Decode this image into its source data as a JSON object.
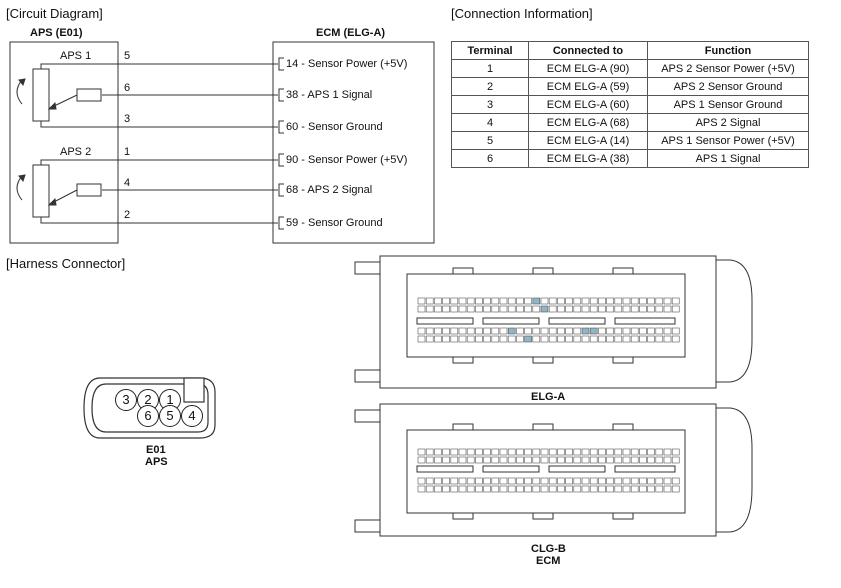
{
  "sections": {
    "circuit": "[Circuit Diagram]",
    "connection": "[Connection Information]",
    "harness": "[Harness Connector]"
  },
  "aps": {
    "title": "APS (E01)",
    "sensor1": "APS 1",
    "sensor2": "APS 2",
    "pins": [
      "5",
      "6",
      "3",
      "1",
      "4",
      "2"
    ]
  },
  "ecm": {
    "title": "ECM (ELG-A)",
    "lines": [
      "14 - Sensor Power (+5V)",
      "38 - APS 1 Signal",
      "60 - Sensor Ground",
      "90 - Sensor Power (+5V)",
      "68 - APS 2 Signal",
      "59 - Sensor Ground"
    ]
  },
  "table": {
    "headers": [
      "Terminal",
      "Connected to",
      "Function"
    ],
    "rows": [
      [
        "1",
        "ECM ELG-A (90)",
        "APS 2 Sensor Power (+5V)"
      ],
      [
        "2",
        "ECM ELG-A (59)",
        "APS 2 Sensor Ground"
      ],
      [
        "3",
        "ECM ELG-A (60)",
        "APS 1 Sensor Ground"
      ],
      [
        "4",
        "ECM ELG-A (68)",
        "APS 2 Signal"
      ],
      [
        "5",
        "ECM ELG-A (14)",
        "APS 1 Sensor Power (+5V)"
      ],
      [
        "6",
        "ECM ELG-A (38)",
        "APS 1 Signal"
      ]
    ]
  },
  "connector": {
    "pins_top": [
      "3",
      "2",
      "1"
    ],
    "pins_bottom": [
      "6",
      "5",
      "4"
    ],
    "label1": "E01",
    "label2": "APS"
  },
  "ecm_connectors": {
    "elga_label": "ELG-A",
    "clgb_label": "CLG-B",
    "ecm_label": "ECM"
  }
}
